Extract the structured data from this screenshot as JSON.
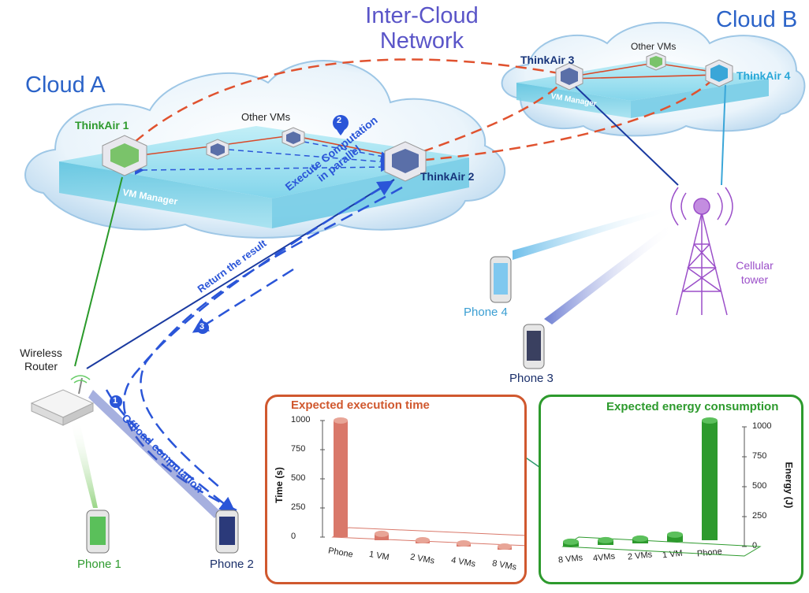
{
  "title": {
    "line1": "Inter-Cloud",
    "line2": "Network"
  },
  "clouds": {
    "a_label": "Cloud A",
    "b_label": "Cloud B"
  },
  "nodes": {
    "thinkair1": "ThinkAir 1",
    "thinkair2": "ThinkAir 2",
    "thinkair3": "ThinkAir 3",
    "thinkair4": "ThinkAir 4",
    "other_vms_a": "Other VMs",
    "other_vms_b": "Other VMs",
    "vm_manager_a": "VM Manager",
    "vm_manager_b": "VM Manager",
    "router": "Wireless Router",
    "tower": "Cellular tower"
  },
  "phones": {
    "p1": "Phone 1",
    "p2": "Phone 2",
    "p3": "Phone 3",
    "p4": "Phone 4"
  },
  "steps": {
    "s1_num": "1",
    "s1": "Offload computation",
    "s2_num": "2",
    "s2_line1": "Execute Computation",
    "s2_line2": "in parallel",
    "s3_num": "3",
    "s3": "Return the result"
  },
  "colors": {
    "cloud_label": "#2b63c8",
    "thinkair1": "#2e9a2e",
    "thinkair4": "#2aa7d8",
    "inter_cloud_link": "#e0522f",
    "offload_path": "#2a55d8",
    "time_bars": "#d9786a",
    "energy_bars": "#2d9a2d",
    "tower": "#9b4fc9",
    "phone4_label": "#3a9ed2",
    "phone1_label": "#2e9a2e"
  },
  "chart_data": [
    {
      "type": "bar",
      "title": "Expected execution time",
      "ylabel": "Time (s)",
      "categories": [
        "Phone",
        "1 VM",
        "2 VMs",
        "4 VMs",
        "8 VMs"
      ],
      "values": [
        1000,
        55,
        20,
        10,
        5
      ],
      "ylim": [
        0,
        1000
      ],
      "yticks": [
        1000,
        750,
        500,
        250,
        0
      ]
    },
    {
      "type": "bar",
      "title": "Expected energy consumption",
      "ylabel": "Energy (J)",
      "categories": [
        "8 VMs",
        "4VMs",
        "2 VMs",
        "1 VM",
        "Phone"
      ],
      "values": [
        40,
        40,
        40,
        60,
        1000
      ],
      "ylim": [
        0,
        1000
      ],
      "yticks": [
        1000,
        750,
        500,
        250,
        0
      ]
    }
  ]
}
